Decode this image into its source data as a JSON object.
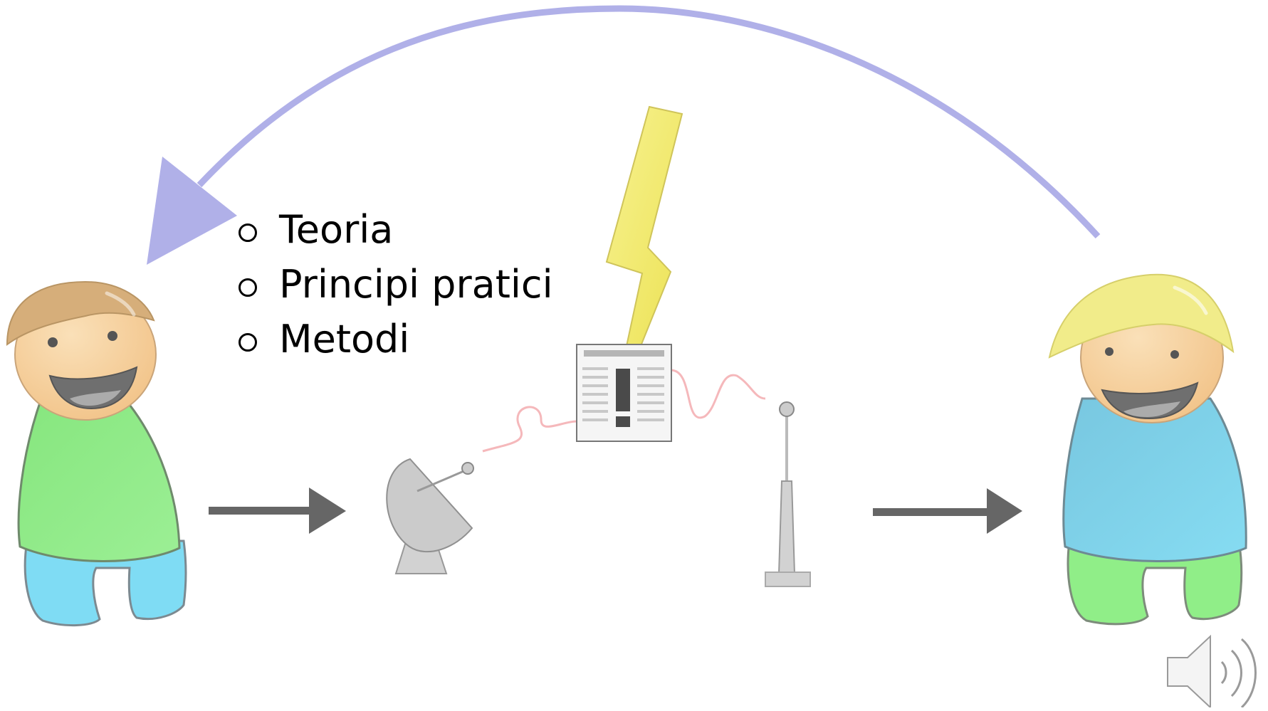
{
  "diagram": {
    "bullets": [
      "Teoria",
      "Principi pratici",
      "Metodi"
    ],
    "icons": {
      "sender": "person-green-shirt",
      "receiver": "person-blue-shirt",
      "transmitter": "satellite-dish-icon",
      "receiver_antenna": "antenna-icon",
      "noise_source": "lightning-bolt-icon",
      "channel": "document-warning-icon",
      "feedback": "curved-arrow-icon",
      "audio": "speaker-icon"
    },
    "colors": {
      "feedback_arrow": "#b0b0e8",
      "flow_arrow": "#666666",
      "signal_wave": "#f5b8bb",
      "lightning": "#f0eb6a",
      "sender_shirt": "#8ee88a",
      "sender_pants": "#7fdcf4",
      "sender_hair": "#d6ae7a",
      "receiver_shirt": "#7fcfe8",
      "receiver_pants": "#90ee88",
      "receiver_hair": "#f1ec8a",
      "skin": "#f7d19c"
    }
  }
}
